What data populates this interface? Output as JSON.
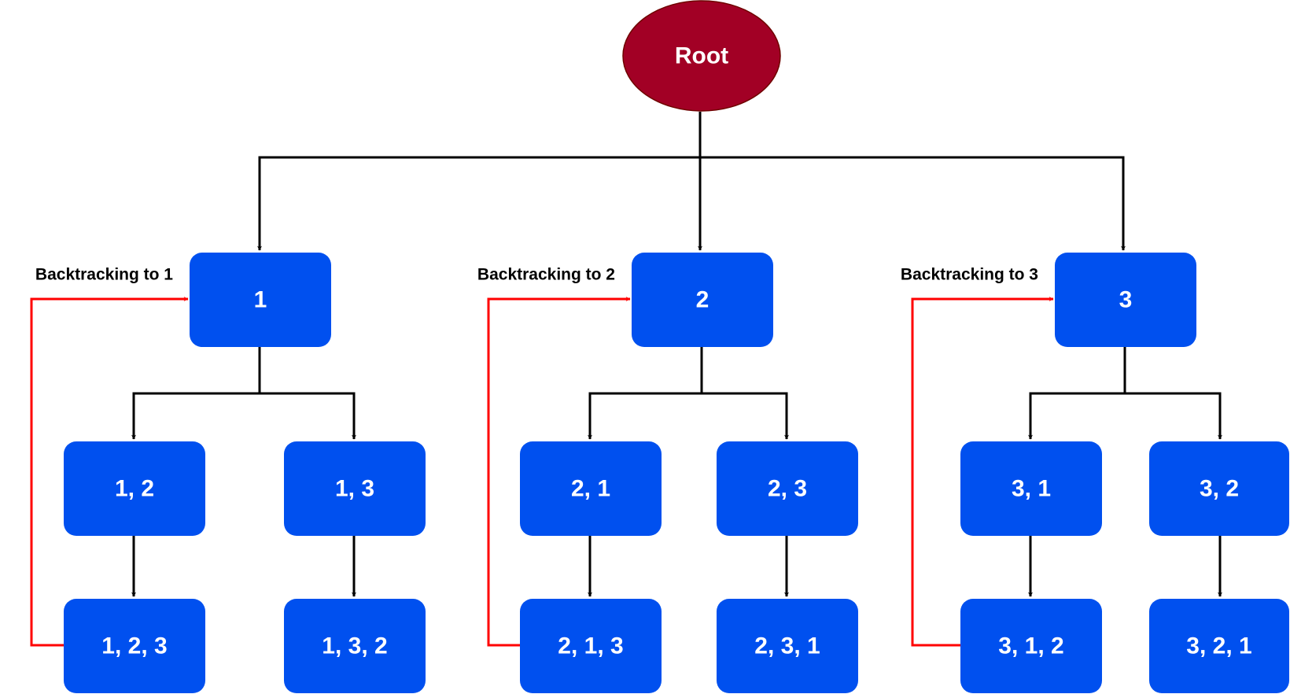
{
  "colors": {
    "node_fill": "#0050EF",
    "root_fill": "#A20025",
    "edge": "#000000",
    "backtrack_edge": "#FF0000",
    "text": "#FFFFFF"
  },
  "root": {
    "label": "Root"
  },
  "level1": [
    {
      "label": "1",
      "backtrack_label": "Backtracking to 1"
    },
    {
      "label": "2",
      "backtrack_label": "Backtracking to 2"
    },
    {
      "label": "3",
      "backtrack_label": "Backtracking to 3"
    }
  ],
  "level2": [
    {
      "label": "1, 2"
    },
    {
      "label": "1, 3"
    },
    {
      "label": "2, 1"
    },
    {
      "label": "2, 3"
    },
    {
      "label": "3, 1"
    },
    {
      "label": "3, 2"
    }
  ],
  "level3": [
    {
      "label": "1, 2, 3"
    },
    {
      "label": "1, 3, 2"
    },
    {
      "label": "2, 1, 3"
    },
    {
      "label": "2, 3, 1"
    },
    {
      "label": "3, 1, 2"
    },
    {
      "label": "3, 2, 1"
    }
  ]
}
